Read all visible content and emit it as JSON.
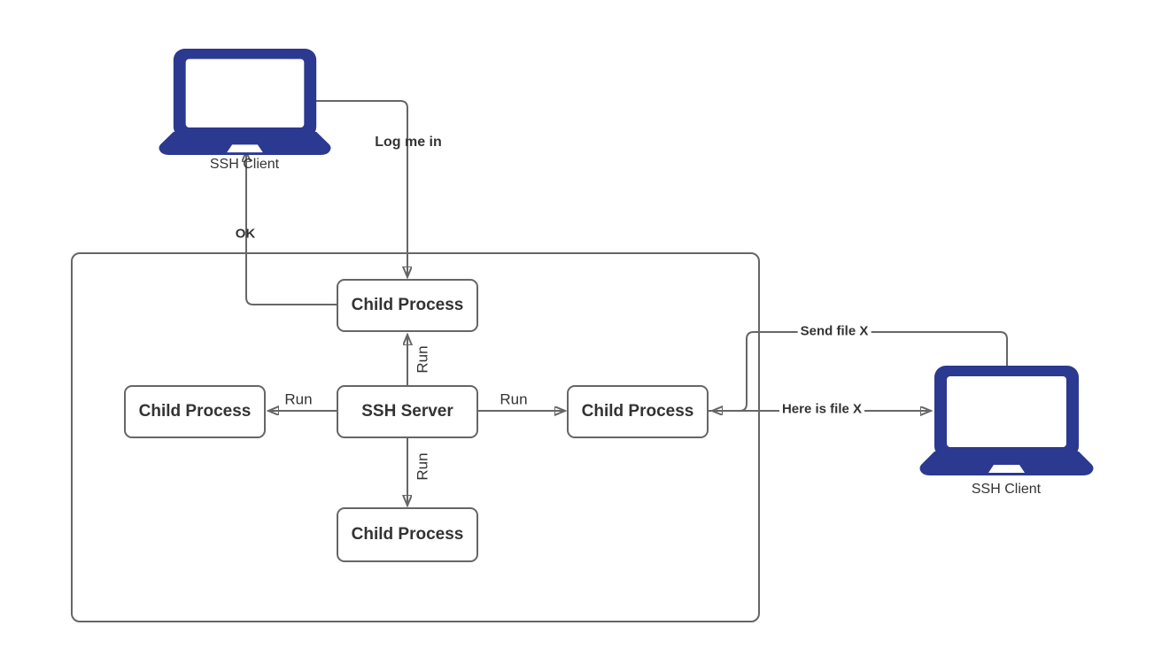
{
  "diagram": {
    "title": "SSH client-server process diagram",
    "colors": {
      "line": "#666666",
      "node_border": "#666666",
      "node_fill": "#ffffff",
      "text": "#333333",
      "laptop_blue": "#2b3990",
      "background": "#ffffff"
    },
    "nodes": {
      "client_top": {
        "label": "SSH Client"
      },
      "client_right": {
        "label": "SSH Client"
      },
      "server": {
        "label": "SSH Server"
      },
      "child_top": {
        "label": "Child Process"
      },
      "child_left": {
        "label": "Child Process"
      },
      "child_right": {
        "label": "Child Process"
      },
      "child_bottom": {
        "label": "Child Process"
      }
    },
    "edges": {
      "log_me_in": {
        "label": "Log me in",
        "from": "client_top",
        "to": "child_top"
      },
      "ok": {
        "label": "OK",
        "from": "child_top",
        "to": "client_top"
      },
      "run_up": {
        "label": "Run",
        "from": "server",
        "to": "child_top"
      },
      "run_left": {
        "label": "Run",
        "from": "server",
        "to": "child_left"
      },
      "run_right": {
        "label": "Run",
        "from": "server",
        "to": "child_right"
      },
      "run_down": {
        "label": "Run",
        "from": "server",
        "to": "child_bottom"
      },
      "send_file": {
        "label": "Send file X",
        "from": "client_right",
        "to": "child_right"
      },
      "here_is_file": {
        "label": "Here is file X",
        "from": "child_right",
        "to": "client_right"
      }
    }
  }
}
